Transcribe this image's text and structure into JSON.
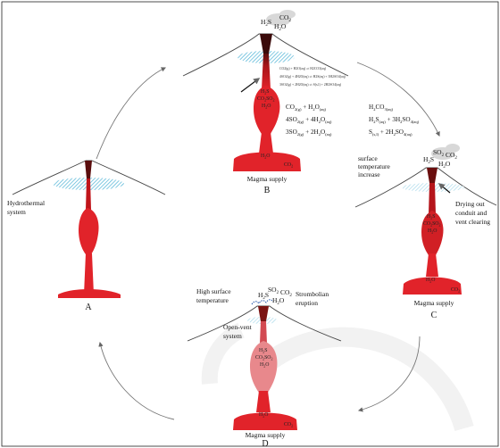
{
  "colors": {
    "magma_dark": "#b80f0f",
    "magma": "#e1232a",
    "magma_light": "#e8888c",
    "hydro": "#4db3d6",
    "plume": "#d0d0d0",
    "cycle_arrow": "#777777",
    "watermark": "#f2f2f2"
  },
  "stages": {
    "a": {
      "letter": "A",
      "label_hydrothermal": "Hydrothermal system"
    },
    "b": {
      "letter": "B",
      "supply": "Magma supply",
      "eq_small": [
        "CO2(g) + H2O(aq) ⇌ H2CO3(aq)",
        "4SO2(g) + 4H2O(aq) ⇌ H2S(aq) + 3H2SO4(aq)",
        "3SO2(g) + 2H2O(aq) ⇌ S(s,l) + 2H2SO4(aq)"
      ],
      "eq_big": [
        {
          "left": "CO2(g) + H2O(aq)",
          "right": "H2CO3(aq)"
        },
        {
          "left": "4SO2(g) + 4H2O(aq)",
          "right": "H2S(aq) + 3H2SO4(aq)"
        },
        {
          "left": "3SO2(g) + 2H2O(aq)",
          "right": "S(s,l) + 2H2SO4(aq)"
        }
      ]
    },
    "c": {
      "letter": "C",
      "supply": "Magma supply",
      "surface_temp": [
        "surface",
        "temperature",
        "increase"
      ],
      "drying": [
        "Drying out",
        "conduit and",
        "vent clearing"
      ]
    },
    "d": {
      "letter": "D",
      "supply": "Magma supply",
      "high_temp": [
        "High surface",
        "temperature"
      ],
      "strombolian": [
        "Strombolian",
        "eruption"
      ],
      "open_vent": [
        "Open-vent",
        "system"
      ]
    }
  }
}
